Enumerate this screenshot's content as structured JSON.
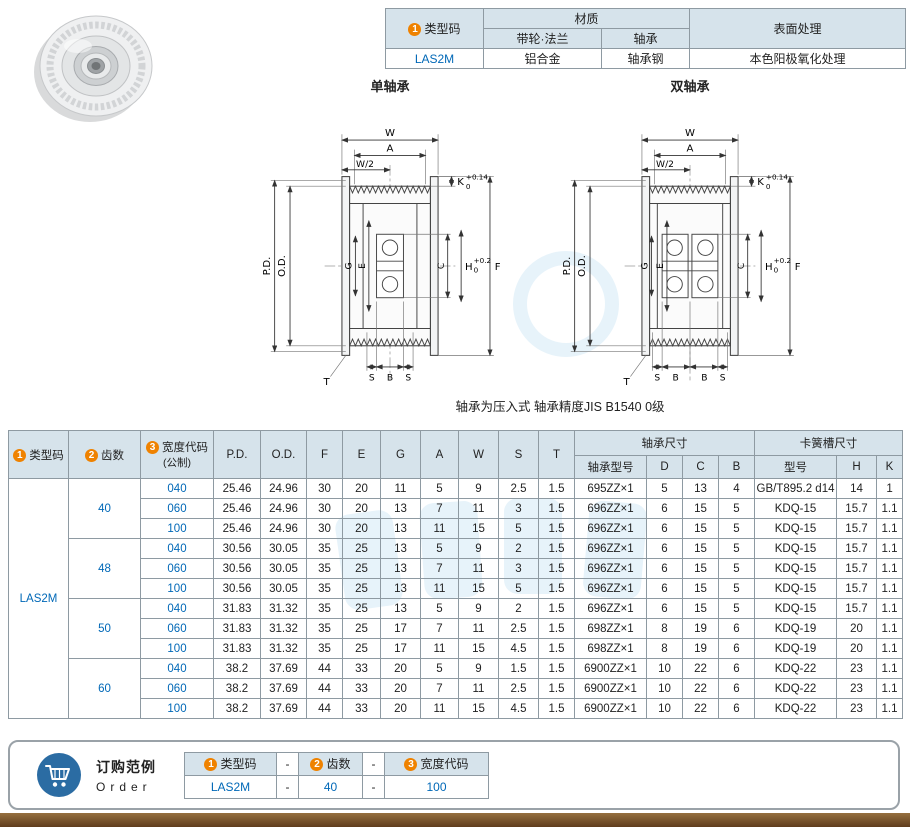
{
  "page": {
    "caption": "轴承为压入式 轴承精度JIS B1540 0级"
  },
  "material_table": {
    "header_type_code": {
      "num": "1",
      "label": "类型码"
    },
    "header_material": "材质",
    "header_pulley_flange": "带轮·法兰",
    "header_bearing": "轴承",
    "header_surface": "表面处理",
    "type_code": "LAS2M",
    "pulley_flange_material": "铝合金",
    "bearing_material": "轴承钢",
    "surface_treatment": "本色阳极氧化处理"
  },
  "drawings": {
    "single_title": "单轴承",
    "double_title": "双轴承",
    "labels": {
      "w": "W",
      "a": "A",
      "w_half": "W/2",
      "k": "K",
      "k_tol_top": "+0.14",
      "k_tol_bottom": "0",
      "pd": "P.D.",
      "od": "O.D.",
      "g": "G",
      "e": "E",
      "c": "C",
      "h": "H",
      "h_tol_top": "+0.2",
      "h_tol_bottom": "0",
      "f": "F",
      "t": "T",
      "s": "S",
      "b": "B"
    }
  },
  "main_table": {
    "headers": {
      "type_code": {
        "num": "1",
        "label": "类型码"
      },
      "teeth": {
        "num": "2",
        "label": "齿数"
      },
      "width_code": {
        "num": "3",
        "label": "宽度代码",
        "sub": "(公制)"
      },
      "pd": "P.D.",
      "od": "O.D.",
      "f": "F",
      "e": "E",
      "g": "G",
      "a": "A",
      "w": "W",
      "s": "S",
      "t": "T",
      "bearing_group": "轴承尺寸",
      "bearing_model": "轴承型号",
      "d": "D",
      "c": "C",
      "b": "B",
      "circlip_group": "卡簧槽尺寸",
      "circlip_model": "型号",
      "h": "H",
      "k": "K"
    },
    "type_code": "LAS2M",
    "teeth": [
      "40",
      "48",
      "50",
      "60"
    ],
    "rows": [
      [
        "040",
        "25.46",
        "24.96",
        "30",
        "20",
        "11",
        "5",
        "9",
        "2.5",
        "1.5",
        "695ZZ×1",
        "5",
        "13",
        "4",
        "GB/T895.2 d14",
        "14",
        "1"
      ],
      [
        "060",
        "25.46",
        "24.96",
        "30",
        "20",
        "13",
        "7",
        "11",
        "3",
        "1.5",
        "696ZZ×1",
        "6",
        "15",
        "5",
        "KDQ-15",
        "15.7",
        "1.1"
      ],
      [
        "100",
        "25.46",
        "24.96",
        "30",
        "20",
        "13",
        "11",
        "15",
        "5",
        "1.5",
        "696ZZ×1",
        "6",
        "15",
        "5",
        "KDQ-15",
        "15.7",
        "1.1"
      ],
      [
        "040",
        "30.56",
        "30.05",
        "35",
        "25",
        "13",
        "5",
        "9",
        "2",
        "1.5",
        "696ZZ×1",
        "6",
        "15",
        "5",
        "KDQ-15",
        "15.7",
        "1.1"
      ],
      [
        "060",
        "30.56",
        "30.05",
        "35",
        "25",
        "13",
        "7",
        "11",
        "3",
        "1.5",
        "696ZZ×1",
        "6",
        "15",
        "5",
        "KDQ-15",
        "15.7",
        "1.1"
      ],
      [
        "100",
        "30.56",
        "30.05",
        "35",
        "25",
        "13",
        "11",
        "15",
        "5",
        "1.5",
        "696ZZ×1",
        "6",
        "15",
        "5",
        "KDQ-15",
        "15.7",
        "1.1"
      ],
      [
        "040",
        "31.83",
        "31.32",
        "35",
        "25",
        "13",
        "5",
        "9",
        "2",
        "1.5",
        "696ZZ×1",
        "6",
        "15",
        "5",
        "KDQ-15",
        "15.7",
        "1.1"
      ],
      [
        "060",
        "31.83",
        "31.32",
        "35",
        "25",
        "17",
        "7",
        "11",
        "2.5",
        "1.5",
        "698ZZ×1",
        "8",
        "19",
        "6",
        "KDQ-19",
        "20",
        "1.1"
      ],
      [
        "100",
        "31.83",
        "31.32",
        "35",
        "25",
        "17",
        "11",
        "15",
        "4.5",
        "1.5",
        "698ZZ×1",
        "8",
        "19",
        "6",
        "KDQ-19",
        "20",
        "1.1"
      ],
      [
        "040",
        "38.2",
        "37.69",
        "44",
        "33",
        "20",
        "5",
        "9",
        "1.5",
        "1.5",
        "6900ZZ×1",
        "10",
        "22",
        "6",
        "KDQ-22",
        "23",
        "1.1"
      ],
      [
        "060",
        "38.2",
        "37.69",
        "44",
        "33",
        "20",
        "7",
        "11",
        "2.5",
        "1.5",
        "6900ZZ×1",
        "10",
        "22",
        "6",
        "KDQ-22",
        "23",
        "1.1"
      ],
      [
        "100",
        "38.2",
        "37.69",
        "44",
        "33",
        "20",
        "11",
        "15",
        "4.5",
        "1.5",
        "6900ZZ×1",
        "10",
        "22",
        "6",
        "KDQ-22",
        "23",
        "1.1"
      ]
    ]
  },
  "order": {
    "title_cn": "订购范例",
    "title_en": "Order",
    "headers": [
      {
        "num": "1",
        "label": "类型码"
      },
      {
        "num": "2",
        "label": "齿数"
      },
      {
        "num": "3",
        "label": "宽度代码"
      }
    ],
    "separator": "-",
    "values": [
      "LAS2M",
      "40",
      "100"
    ]
  },
  "colors": {
    "accent_orange": "#ef8200",
    "accent_blue": "#0068b7",
    "header_bg": "#d6e3eb",
    "footer_brown": "#6e4a2a"
  }
}
